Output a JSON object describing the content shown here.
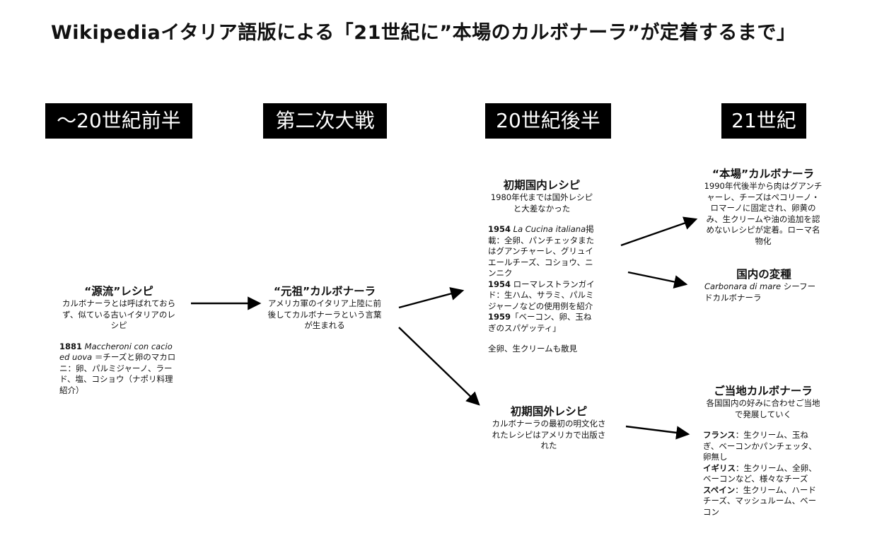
{
  "title": "Wikipediaイタリア語版による「21世紀に”本場のカルボナーラ”が定着するまで」",
  "eras": [
    "〜20世紀前半",
    "第二次大戦",
    "20世紀後半",
    "21世紀"
  ],
  "nodes": {
    "origin": {
      "heading": "“源流”レシピ",
      "desc": "カルボナーラとは呼ばれておらず、似ている古いイタリアのレシピ",
      "entry_year": "1881",
      "entry_title": "Maccheroni con cacio ed uova",
      "entry_text": "＝チーズと卵のマカロニ：卵、パルミジャーノ、ラード、塩、コショウ（ナポリ料理紹介）"
    },
    "ancestor": {
      "heading": "“元祖”カルボナーラ",
      "desc": "アメリカ軍のイタリア上陸に前後してカルボナーラという言葉が生まれる"
    },
    "early_domestic": {
      "heading": "初期国内レシピ",
      "desc": "1980年代までは国外レシピと大差なかった",
      "e1_year": "1954",
      "e1_title": "La Cucina italiana",
      "e1_text": "掲載：全卵、パンチェッタまたはグアンチャーレ、グリュイエールチーズ、コショウ、ニンニク",
      "e2_year": "1954",
      "e2_text": "ローマレストランガイド：生ハム、サラミ、パルミジャーノなどの使用例を紹介",
      "e3_year": "1959",
      "e3_text": "「ベーコン、卵、玉ねぎのスパゲッティ」",
      "note": "全卵、生クリームも散見"
    },
    "early_foreign": {
      "heading": "初期国外レシピ",
      "desc": "カルボナーラの最初の明文化されたレシピはアメリカで出版された"
    },
    "authentic": {
      "heading": "“本場”カルボナーラ",
      "desc": "1990年代後半から肉はグアンチャーレ、チーズはペコリーノ・ロマーノに固定され、卵黄のみ、生クリームや油の追加を認めないレシピが定着。ローマ名物化"
    },
    "variant": {
      "heading": "国内の変種",
      "desc_title": "Carbonara di mare",
      "desc_text": "シーフードカルボナーラ"
    },
    "local": {
      "heading": "ご当地カルボナーラ",
      "desc": "各国国内の好みに合わせご当地で発展していく",
      "c1_name": "フランス",
      "c1_text": "：生クリーム、玉ねぎ、ベーコンかパンチェッタ、卵無し",
      "c2_name": "イギリス",
      "c2_text": "：生クリーム、全卵、ベーコンなど、様々なチーズ",
      "c3_name": "スペイン",
      "c3_text": "：生クリーム、ハードチーズ、マッシュルーム、ベーコン"
    }
  },
  "arrows": [
    {
      "from": "origin",
      "to": "ancestor"
    },
    {
      "from": "ancestor",
      "to": "early_domestic"
    },
    {
      "from": "ancestor",
      "to": "early_foreign"
    },
    {
      "from": "early_domestic",
      "to": "authentic"
    },
    {
      "from": "early_domestic",
      "to": "variant"
    },
    {
      "from": "early_foreign",
      "to": "local"
    }
  ]
}
